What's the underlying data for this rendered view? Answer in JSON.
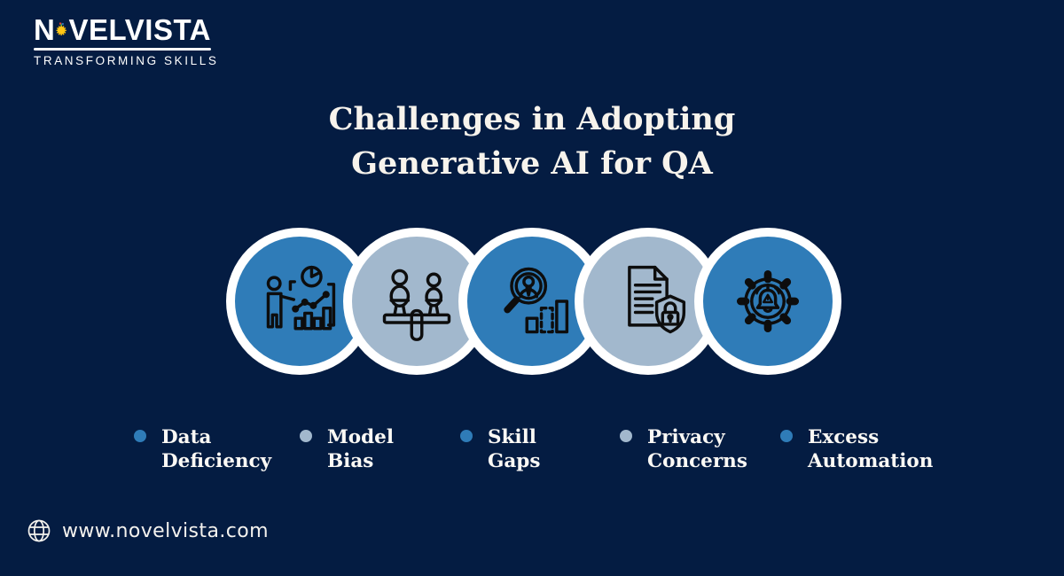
{
  "brand": {
    "name_prefix": "N",
    "name_suffix": "VELVISTA",
    "tagline": "TRANSFORMING SKILLS",
    "logo_sun_color": "#ffc613",
    "logo_pixel_colors": [
      "#e8412c",
      "#3fae49",
      "#2f6fb7"
    ]
  },
  "title": {
    "line1": "Challenges in Adopting",
    "line2": "Generative AI for QA"
  },
  "colors": {
    "background": "#041c42",
    "circle_blue": "#2f7cb8",
    "circle_light": "#a2b8cd",
    "ring_white": "#ffffff",
    "icon_stroke": "#0d0d0d",
    "title_text": "#f7f3ec",
    "label_text": "#fbf9f5"
  },
  "challenges": [
    {
      "label_line1": "Data",
      "label_line2": "Deficiency",
      "icon": "person-analytics-icon",
      "circle_color": "#2f7cb8",
      "bullet_color": "#2f7cb8"
    },
    {
      "label_line1": "Model",
      "label_line2": "Bias",
      "icon": "balance-bias-icon",
      "circle_color": "#a2b8cd",
      "bullet_color": "#a2b8cd"
    },
    {
      "label_line1": "Skill",
      "label_line2": "Gaps",
      "icon": "magnifier-talent-gap-icon",
      "circle_color": "#2f7cb8",
      "bullet_color": "#2f7cb8"
    },
    {
      "label_line1": "Privacy",
      "label_line2": "Concerns",
      "icon": "document-shield-lock-icon",
      "circle_color": "#a2b8cd",
      "bullet_color": "#a2b8cd"
    },
    {
      "label_line1": "Excess",
      "label_line2": "Automation",
      "icon": "gear-alert-bell-icon",
      "circle_color": "#2f7cb8",
      "bullet_color": "#2f7cb8"
    }
  ],
  "footer": {
    "website": "www.novelvista.com",
    "icon": "globe-icon"
  }
}
